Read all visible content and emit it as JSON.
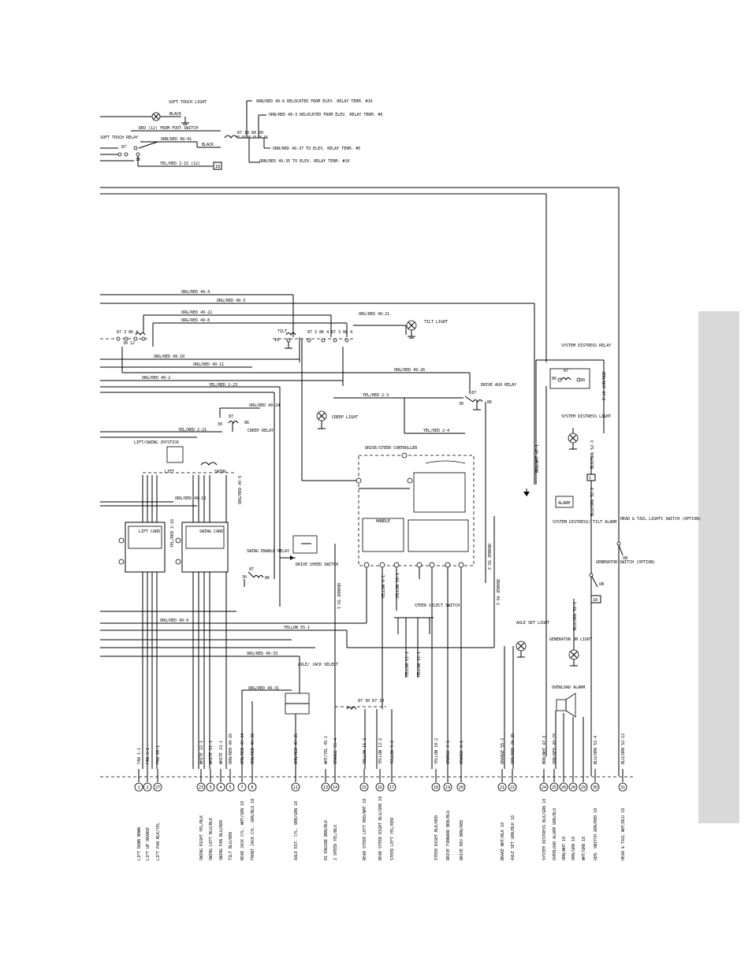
{
  "components": {
    "soft_touch_light": "SOFT TOUCH LIGHT",
    "soft_touch_relay": "SOFT TOUCH RELAY",
    "tilt_light": "TILT LIGHT",
    "tilt": "TILT",
    "system_distress_relay": "SYSTEM DISTRESS RELAY",
    "drive_aux_relay": "DRIVE AUX RELAY",
    "creep_light": "CREEP LIGHT",
    "creep_relay": "CREEP RELAY",
    "system_distress_light": "SYSTEM DISTRESS LIGHT",
    "lift_swing_joystick": "LIFT/SWING JOYSTICK",
    "lift": "LIFT",
    "swing": "SWING",
    "drive_steer_controller": "DRIVE/STEER CONTROLLER",
    "lift_card": "LIFT CARD",
    "swing_card": "SWING CARD",
    "alarm": "ALARM",
    "system_distress_tilt_alarm": "SYSTEM DISTRESS/ TILT ALARM",
    "head_tail_switch": "HEAD & TAIL LIGHTS SWITCH (OPTION)",
    "swing_enable_relay": "SWING ENABLE RELAY",
    "drive_speed_switch": "DRIVE SPEED SWITCH",
    "generator_switch": "GENERATOR SWITCH (OPTION)",
    "axle_set_light": "AXLE SET LIGHT",
    "steer_select_switch": "STEER SELECT SWITCH",
    "generator_on_light": "GENERATOR ON LIGHT",
    "axle_jack_select": "AXLE/ JACK SELECT",
    "overload_alarm": "OVERLOAD ALARM",
    "handle": "HANDLE",
    "on": "ON"
  },
  "top_labels": {
    "black1": "BLACK",
    "red12": "RED (12) FROM FOOT SWITCH",
    "orn_red_49_41": "ORN/RED 49-41",
    "black2": "BLACK",
    "yel_red_2_15": "YEL/RED 2-15 (12)",
    "relocated_10": "ORN/RED 49-6 RELOCATED FROM ELEV. RELAY TERM. #10",
    "relocated_5": "ORN/RED 49-3 RELOCATED FROM ELEV. RELAY TERM. #5",
    "to_elev_5": "ORN/RED 49-37 TO ELEV. RELAY TERM. #5",
    "to_elev_10": "ORN/RED 49-35 TO ELEV. RELAY TERM. #10",
    "box_label": "18"
  },
  "mid_labels": [
    "ORG/RED 49-4",
    "ORG/RED 49-3",
    "ORG/RED 49-22",
    "ORG/RED 49-8",
    "ORG/RED 49-21",
    "ORG/RED 49-10",
    "ORG/RED 49-11",
    "ORG/RED 49-26",
    "ORG/RED 49-2",
    "YEL/RED 2-23",
    "YEL/RED 2-3",
    "ORG/RED 49-24",
    "YEL/RED 2-21",
    "YEL/RED 2-4",
    "ORG/RED 49-18",
    "YEL/RED 2-18",
    "ORG/RED 49-9",
    "YELLOW 55-1",
    "ORG/RED 49-33",
    "ORG/RED 49-31",
    "BRN/WHT 47-2",
    "BRN/WHT 47-1",
    "BLU/ORN 52-3",
    "BLU/ORN 52-2",
    "BLU/ORN 52-1",
    "ORANGE 55-2",
    "ORANGE 49-1",
    "ORANGE 55-1",
    "YELLOW 9-1",
    "YELLOW 10-1",
    "YELLOW 11-1",
    "YELLOW 12-1"
  ],
  "bottom_wires": [
    {
      "num": "1",
      "wire": "FAN 1-1",
      "desc": "LIFT DOWN BRWN"
    },
    {
      "num": "2",
      "wire": "FAN 3-1",
      "desc": "LIFT UP ORANGE"
    },
    {
      "num": "27",
      "wire": "FAN 55-1",
      "desc": "LIFT PAN BLK/YEL"
    },
    {
      "num": "23",
      "wire": "WHITE 22-1",
      "desc": "SWING RIGHT YEL/BLK"
    },
    {
      "num": "3",
      "wire": "WHITE 21-1",
      "desc": "SWING LEFT BLU/BLK"
    },
    {
      "num": "4",
      "wire": "WHITE 23-1",
      "desc": "SWING PAN BLU/RED"
    },
    {
      "num": "5",
      "wire": "ORN/RED 49-26",
      "desc": "TILT BLU/RED"
    },
    {
      "num": "7",
      "wire": "ORN/RED 49-34",
      "desc": "REAR JACK CYL. WHT/GRN 18"
    },
    {
      "num": "8",
      "wire": "ORN/RED 49-30",
      "desc": "FRONT JACK CYL. GRN/BLU 18"
    },
    {
      "num": "11",
      "wire": "ORN/RED 49-35",
      "desc": "AXLE EXT. CYL. ORN/GRN 18"
    },
    {
      "num": "13",
      "wire": "WHT/YEL 45-1",
      "desc": "HI ENGINE BRN/BLK"
    },
    {
      "num": "14",
      "wire": "ORANGE 55-4",
      "desc": "2 SPEED YEL/BLU"
    },
    {
      "num": "15",
      "wire": "YELLOW 11-2",
      "desc": "REAR STEER LEFT RED/WHT 18"
    },
    {
      "num": "16",
      "wire": "YELLOW 12-2",
      "desc": "REAR STEER RIGHT BLU/GRN 18"
    },
    {
      "num": "17",
      "wire": "YELLOW 9-2",
      "desc": "STEER LEFT YEL/RED"
    },
    {
      "num": "18",
      "wire": "YELLOW 10-2",
      "desc": "STEER RIGHT BLK/RED"
    },
    {
      "num": "19",
      "wire": "ORANGE 7-1",
      "desc": "DRIVE FORWARD BRN/BLU"
    },
    {
      "num": "20",
      "wire": "ORANGE 8-1",
      "desc": "DRIVE REV BRN/RED"
    },
    {
      "num": "21",
      "wire": "ORANGE 55-3",
      "desc": "BRAKE WHT/BLK 18"
    },
    {
      "num": "22",
      "wire": "ORN/RED 49-25",
      "desc": "AXLE SET GRN/BLK 18"
    },
    {
      "num": "24",
      "wire": "BRN/WHT 47-3",
      "desc": "SYSTEM DISTRESS BLK/GRN 18"
    },
    {
      "num": "25",
      "wire": "ORN/RED 49-29",
      "desc": "OVERLOAD ALARM GRN/BLU"
    },
    {
      "num": "26",
      "wire": "",
      "desc": "ORN/WHT 18"
    },
    {
      "num": "28",
      "wire": "",
      "desc": "ORN/GRN 18"
    },
    {
      "num": "29",
      "wire": "",
      "desc": "WHT/GRN 18"
    },
    {
      "num": "30",
      "wire": "BLU/ORN 52-4",
      "desc": "GEN. SWITCH GRN/RED 18"
    },
    {
      "num": "31",
      "wire": "BLU/ORN 52-12",
      "desc": "HEAD & TAIL WHT/BLU 18"
    }
  ]
}
